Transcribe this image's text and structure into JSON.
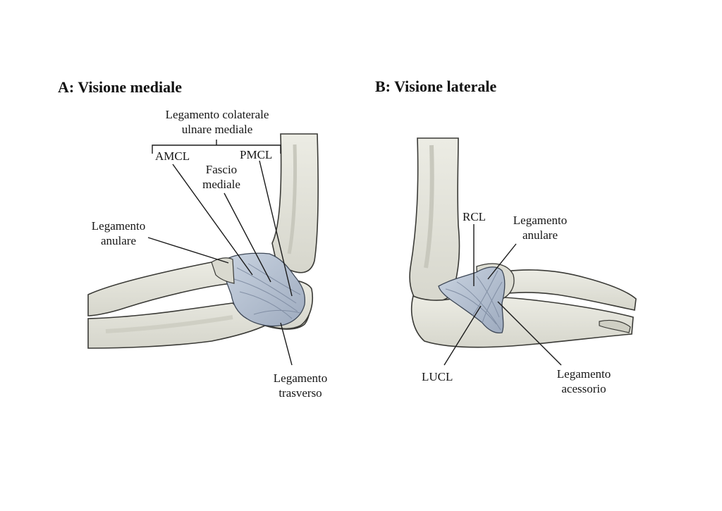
{
  "panels": {
    "a": {
      "title": "A: Visione mediale",
      "labels": {
        "mucl_line1": "Legamento colaterale",
        "mucl_line2": "ulnare mediale",
        "amcl": "AMCL",
        "pmcl": "PMCL",
        "fascio_line1": "Fascio",
        "fascio_line2": "mediale",
        "anulare_line1": "Legamento",
        "anulare_line2": "anulare",
        "trasverso_line1": "Legamento",
        "trasverso_line2": "trasverso"
      }
    },
    "b": {
      "title": "B: Visione laterale",
      "labels": {
        "rcl": "RCL",
        "anulare_line1": "Legamento",
        "anulare_line2": "anulare",
        "lucl": "LUCL",
        "accessorio_line1": "Legamento",
        "accessorio_line2": "acessorio"
      }
    }
  },
  "colors": {
    "bone": "#e3e3da",
    "bone_outline": "#3a3a36",
    "ligament": "#b7c3d3",
    "leader_line": "#1a1a1a"
  }
}
